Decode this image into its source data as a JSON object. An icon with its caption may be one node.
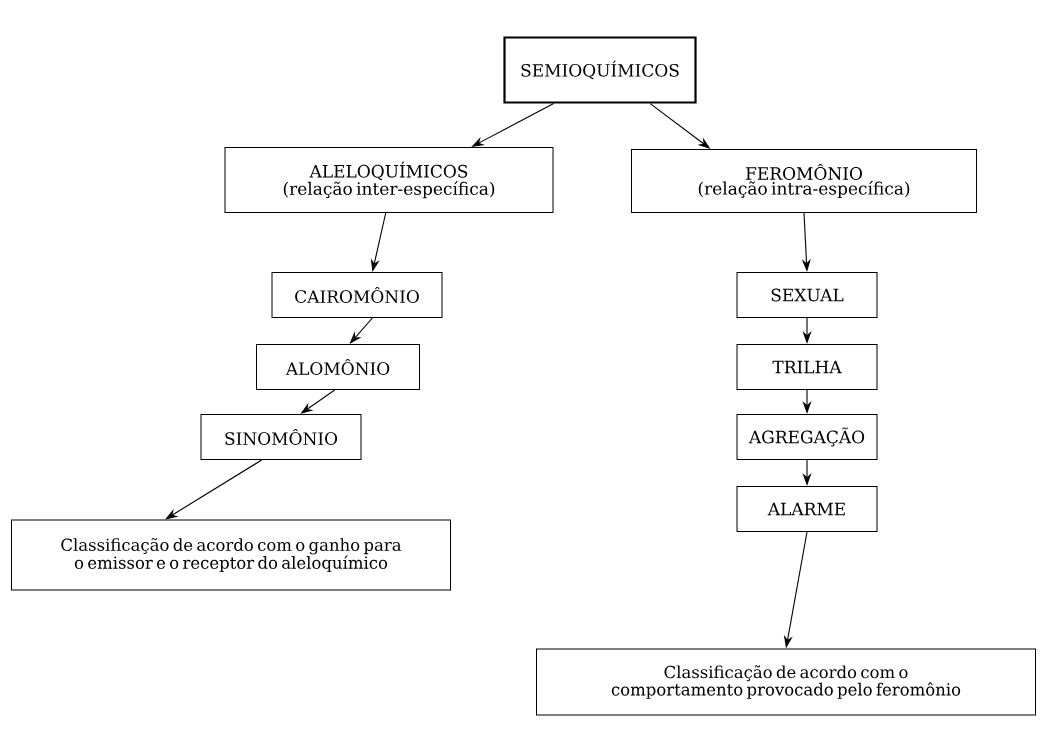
{
  "diagram": {
    "nodes": [
      {
        "text": [
          "SEMIOQUÍMICOS"
        ]
      },
      {
        "text": [
          "ALELOQUÍMICOS",
          "(relação inter-específica)"
        ]
      },
      {
        "text": [
          "FEROMÔNIO",
          "(relação intra-específica)"
        ]
      },
      {
        "text": [
          "CAIROMÔNIO"
        ]
      },
      {
        "text": [
          "ALOMÔNIO"
        ]
      },
      {
        "text": [
          "SINOMÔNIO"
        ]
      },
      {
        "text": [
          "Classificação de acordo com o ganho para o emissor e o receptor do aleloquímico"
        ]
      },
      {
        "text": [
          "SEXUAL"
        ]
      },
      {
        "text": [
          "TRILHA"
        ]
      },
      {
        "text": [
          "AGREGAÇÃO"
        ]
      },
      {
        "text": [
          "ALARME"
        ]
      },
      {
        "text": [
          "Classificação de acordo com o comportamento provocado pelo feromônio"
        ]
      }
    ],
    "edges": [
      {
        "from": 0,
        "to": 1,
        "arrow": "to"
      },
      {
        "from": 0,
        "to": 2,
        "arrow": "to"
      },
      {
        "from": 1,
        "to": 3,
        "arrow": "to"
      },
      {
        "from": 3,
        "to": 4,
        "arrow": "to"
      },
      {
        "from": 4,
        "to": 5,
        "arrow": "to"
      },
      {
        "from": 5,
        "to": 6,
        "arrow": "to"
      },
      {
        "from": 2,
        "to": 7,
        "arrow": "to"
      },
      {
        "from": 7,
        "to": 8,
        "arrow": "to"
      },
      {
        "from": 8,
        "to": 9,
        "arrow": "to"
      },
      {
        "from": 9,
        "to": 10,
        "arrow": "to"
      },
      {
        "from": 10,
        "to": 11,
        "arrow": "to"
      }
    ]
  }
}
